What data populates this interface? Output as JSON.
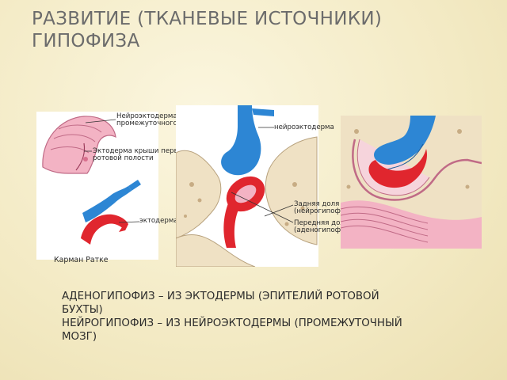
{
  "title": {
    "line1": "РАЗВИТИЕ (ТКАНЕВЫЕ ИСТОЧНИКИ)",
    "line2": "ГИПОФИЗА"
  },
  "labels": {
    "neuroectoderm_funnel": "Нейроэктодерма воронки промежуточного мозга",
    "ectoderm_roof": "Эктодерма крыши первичной ротовой полости",
    "ectoderm": "эктодерма",
    "rathke_pouch": "Карман Ратке",
    "neuroectoderm": "нейроэктодерма",
    "posterior_lobe": "Задняя доля (нейрогипофиз)",
    "anterior_lobe": "Передняя доля (аденогипофиз)"
  },
  "caption": {
    "line1": "АДЕНОГИПОФИЗ – ИЗ ЭКТОДЕРМЫ (ЭПИТЕЛИЙ РОТОВОЙ",
    "line2": "БУХТЫ)",
    "line3": "НЕЙРОГИПОФИЗ – ИЗ НЕЙРОЭКТОДЕРМЫ (ПРОМЕЖУТОЧНЫЙ",
    "line4": "МОЗГ)"
  },
  "colors": {
    "blue": "#2d86d4",
    "red": "#e0262e",
    "pink": "#f3b3c4",
    "bone": "#efe1c4",
    "text": "#6b6b6b"
  }
}
